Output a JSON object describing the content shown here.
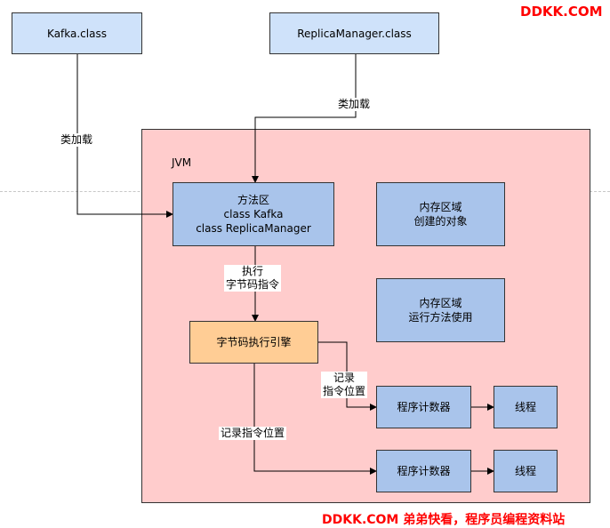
{
  "watermark_top": "DDKK.COM",
  "watermark_bottom": "DDKK.COM 弟弟快看，程序员编程资料站",
  "nodes": {
    "kafka_class": "Kafka.class",
    "replica_class": "ReplicaManager.class",
    "jvm_label": "JVM",
    "method_area": "方法区\nclass Kafka\nclass ReplicaManager",
    "heap_objects": "内存区域\n创建的对象",
    "stack_methods": "内存区域\n运行方法使用",
    "bytecode_engine": "字节码执行引擎",
    "pc_counter_1": "程序计数器",
    "pc_counter_2": "程序计数器",
    "thread_1": "线程",
    "thread_2": "线程"
  },
  "edges": {
    "class_loading_left": "类加载",
    "class_loading_right": "类加载",
    "execute_bytecode": "执行\n字节码指令",
    "record_instruction_1": "记录\n指令位置",
    "record_instruction_2": "记录指令位置"
  },
  "colors": {
    "watermark": "#ff0000",
    "jvm_background": "#ffcccc",
    "class_box": "#cfe2fa",
    "memory_box": "#a9c4eb",
    "engine_box": "#ffcd95"
  }
}
